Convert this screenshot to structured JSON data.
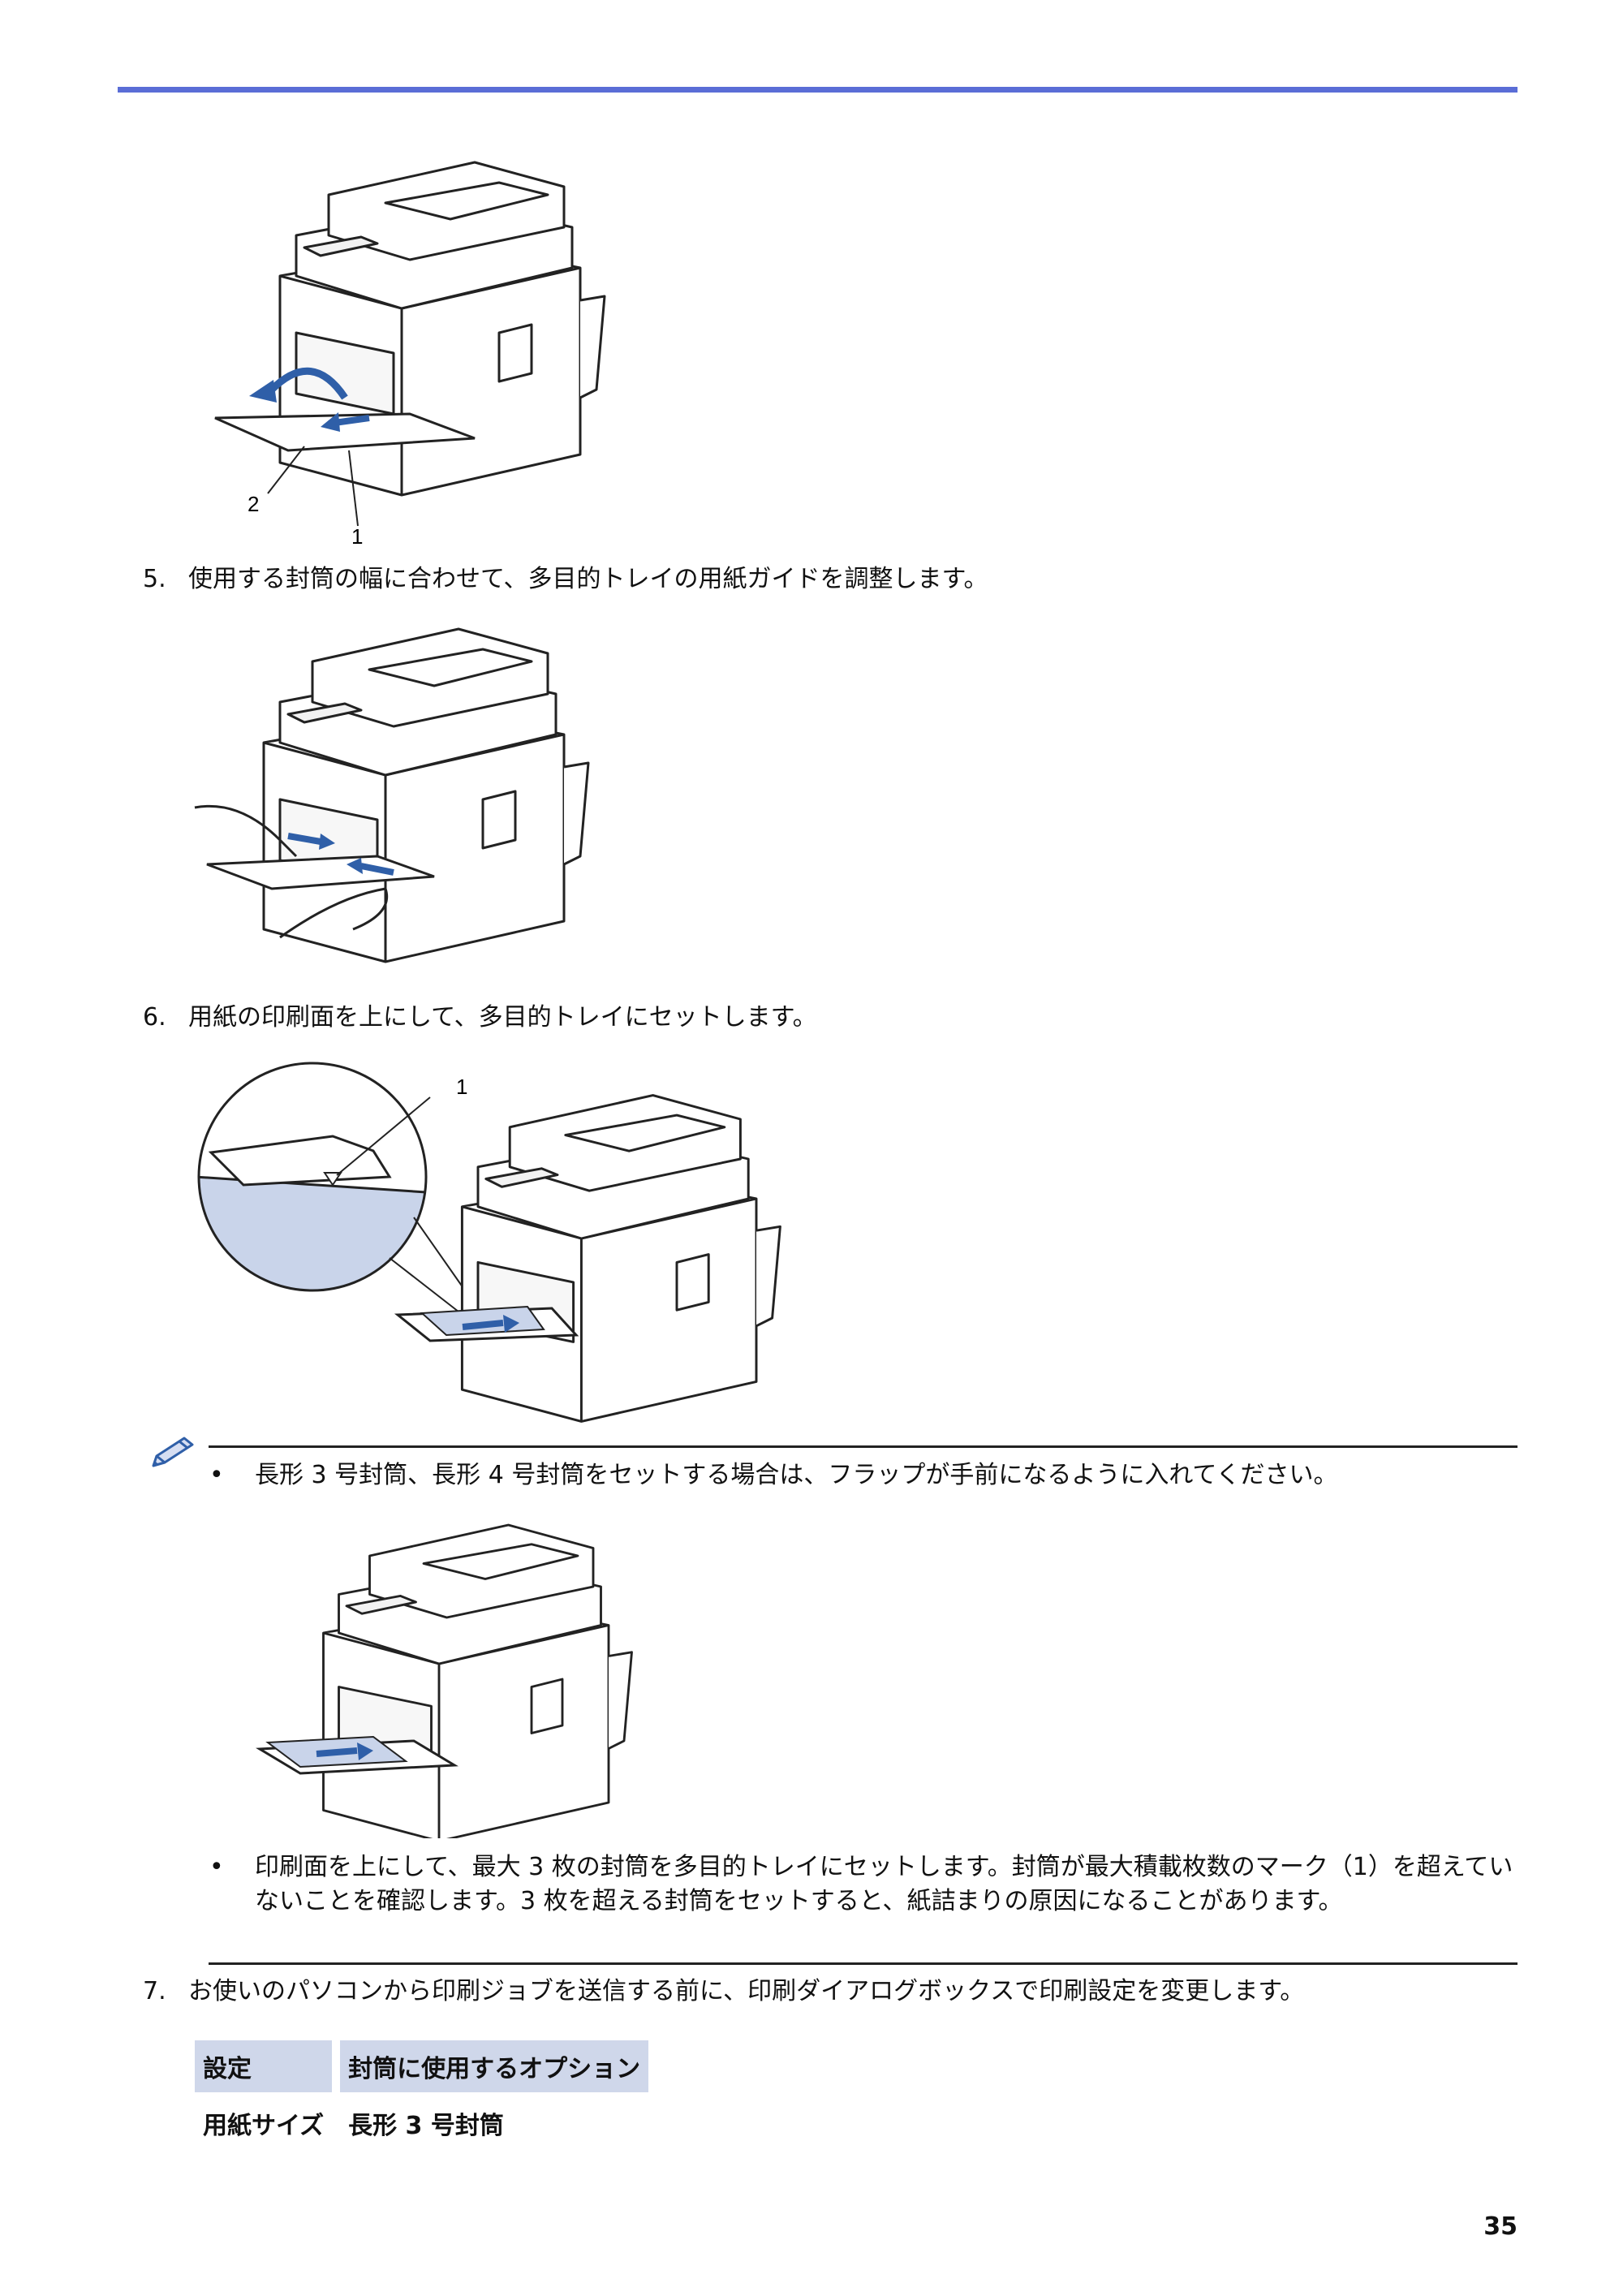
{
  "steps": {
    "step5": {
      "num": "5.",
      "text": "使用する封筒の幅に合わせて、多目的トレイの用紙ガイドを調整します。"
    },
    "step6": {
      "num": "6.",
      "text": "用紙の印刷面を上にして、多目的トレイにセットします。"
    },
    "step7": {
      "num": "7.",
      "text": "お使いのパソコンから印刷ジョブを送信する前に、印刷ダイアログボックスで印刷設定を変更します。"
    }
  },
  "figures": {
    "fig1_callouts": [
      "2",
      "1"
    ],
    "fig3_callout": "1"
  },
  "note": {
    "bullet_symbol": "•",
    "item1": "長形 3 号封筒、長形 4 号封筒をセットする場合は、フラップが手前になるように入れてください。",
    "item2": "印刷面を上にして、最大 3 枚の封筒を多目的トレイにセットします。封筒が最大積載枚数のマーク（1）を超えていないことを確認します。3 枚を超える封筒をセットすると、紙詰まりの原因になることがあります。"
  },
  "settings_table": {
    "headers": [
      "設定",
      "封筒に使用するオプション"
    ],
    "rows": [
      [
        "用紙サイズ",
        "長形 3 号封筒"
      ]
    ]
  },
  "page_number": "35",
  "colors": {
    "accent_bar": "#5a6dd6",
    "table_header": "#cfd7ea",
    "arrow_blue": "#2f5fa8",
    "paper_fill": "#c9d4ea"
  }
}
